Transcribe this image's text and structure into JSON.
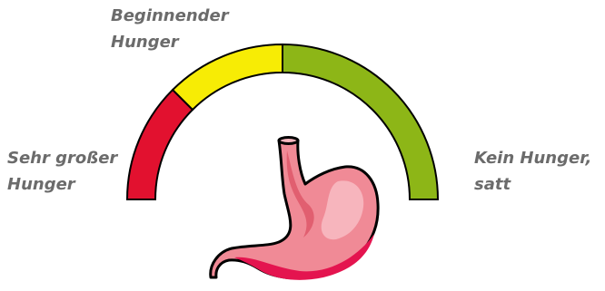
{
  "gauge": {
    "segments": [
      {
        "name": "Sehr großer Hunger",
        "color": "#e2112f",
        "from": 0.0,
        "to": 0.25
      },
      {
        "name": "Beginnender Hunger",
        "color": "#f7ec05",
        "from": 0.25,
        "to": 0.5
      },
      {
        "name": "Kein Hunger, satt",
        "color": "#8db617",
        "color_note": "",
        "from": 0.5,
        "to": 1.0
      }
    ],
    "outline_color": "#000000"
  },
  "labels": {
    "top": {
      "line1": "Beginnender",
      "line2": "Hunger"
    },
    "left": {
      "line1": "Sehr großer",
      "line2": "Hunger"
    },
    "right": {
      "line1": "Kein Hunger,",
      "line2": "satt"
    },
    "text_color": "#6b6b6b"
  },
  "illustration": {
    "icon": "stomach-icon",
    "colors": {
      "body": "#f08a96",
      "shade": "#e15f70",
      "highlight": "#f7b5bd",
      "lower": "#e4144f",
      "outline": "#000000"
    }
  }
}
